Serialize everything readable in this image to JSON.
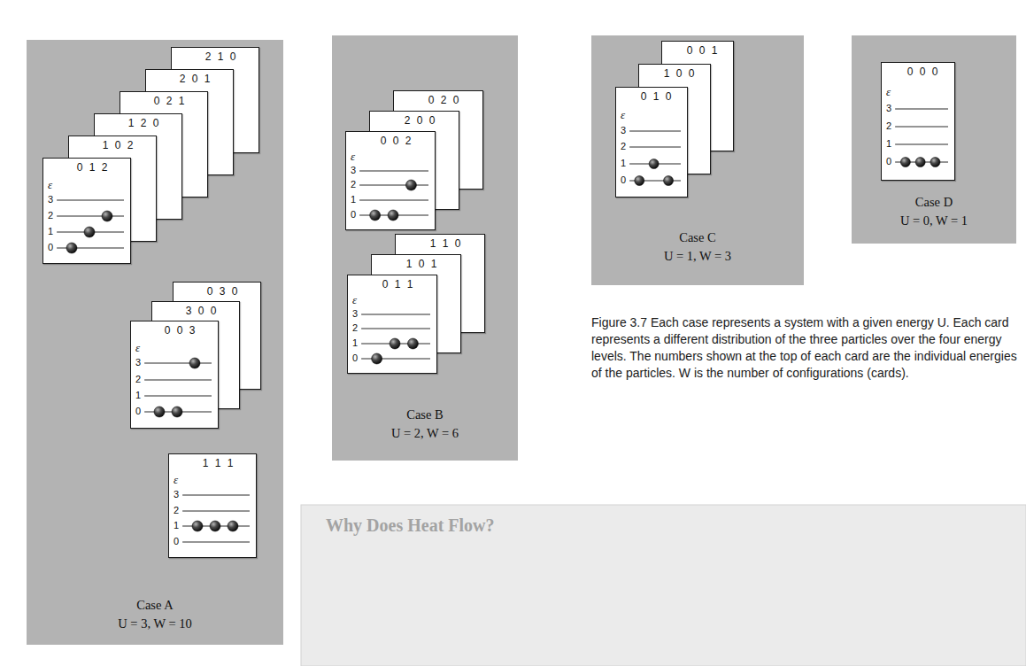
{
  "diagram": {
    "caption": "Figure 3.7 Each case represents a system with a given energy U. Each card represents a different distribution of the three particles over the four energy levels. The numbers shown at the top of each card are the individual energies of the particles. W is the number of configurations (cards).",
    "nodes": [
      {
        "text": [
          "Case A",
          "U = 3, W = 10"
        ]
      },
      {
        "text": [
          "2 1 0"
        ],
        "in": 0
      },
      {
        "text": [
          "2 0 1"
        ],
        "in": 0
      },
      {
        "text": [
          "0 2 1"
        ],
        "in": 0
      },
      {
        "text": [
          "1 2 0"
        ],
        "in": 0
      },
      {
        "text": [
          "1 0 2"
        ],
        "in": 0
      },
      {
        "text": [
          "0 1 2",
          "ε",
          "3",
          "2",
          "1",
          "0"
        ],
        "in": 0
      },
      {
        "text": [
          "0 3 0"
        ],
        "in": 0
      },
      {
        "text": [
          "3 0 0"
        ],
        "in": 0
      },
      {
        "text": [
          "0 0 3",
          "ε",
          "3",
          "2",
          "1",
          "0"
        ],
        "in": 0
      },
      {
        "text": [
          "1 1 1",
          "ε",
          "3",
          "2",
          "1",
          "0"
        ],
        "in": 0
      },
      {
        "text": [
          "Case B",
          "U = 2, W = 6"
        ]
      },
      {
        "text": [
          "0 2 0"
        ],
        "in": 11
      },
      {
        "text": [
          "2 0 0"
        ],
        "in": 11
      },
      {
        "text": [
          "0 0 2",
          "ε",
          "3",
          "2",
          "1",
          "0"
        ],
        "in": 11
      },
      {
        "text": [
          "1 1 0"
        ],
        "in": 11
      },
      {
        "text": [
          "1 0 1"
        ],
        "in": 11
      },
      {
        "text": [
          "0 1 1",
          "ε",
          "3",
          "2",
          "1",
          "0"
        ],
        "in": 11
      },
      {
        "text": [
          "Case C",
          "U = 1, W = 3"
        ]
      },
      {
        "text": [
          "0 0 1"
        ],
        "in": 18
      },
      {
        "text": [
          "1 0 0"
        ],
        "in": 18
      },
      {
        "text": [
          "0 1 0",
          "ε",
          "3",
          "2",
          "1",
          "0"
        ],
        "in": 18
      },
      {
        "text": [
          "Case D",
          "U = 0, W = 1"
        ]
      },
      {
        "text": [
          "0 0 0",
          "ε",
          "3",
          "2",
          "1",
          "0"
        ],
        "in": 22
      }
    ],
    "labels": [
      "Why Does Heat Flow?"
    ]
  }
}
